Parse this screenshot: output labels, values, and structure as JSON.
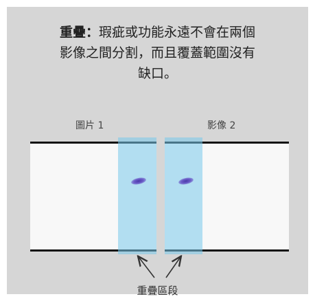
{
  "description": {
    "bold": "重疊：",
    "line1": "瑕疵或功能永遠不會在兩個",
    "line2": "影像之間分割，而且覆蓋範圍沒有",
    "line3": "缺口。"
  },
  "labels": {
    "image1": "圖片 1",
    "image2": "影像 2"
  },
  "caption": "重疊區段",
  "colors": {
    "background": "#d6d6d6",
    "overlap": "#7fcbe8",
    "defect": "#5a4ab8"
  }
}
